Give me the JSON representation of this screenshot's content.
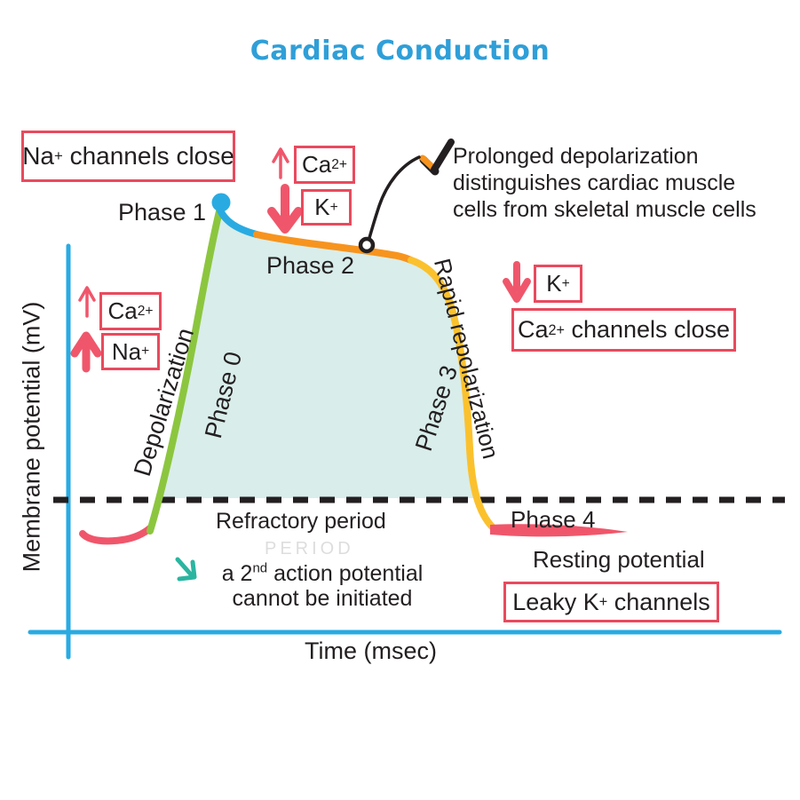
{
  "title": "Cardiac Conduction",
  "colors": {
    "title": "#2F9FD8",
    "axis": "#29ABE2",
    "box_red": "#E94A5E",
    "arrow_red": "#F0566B",
    "green": "#8CC63F",
    "blue": "#29ABE2",
    "orange": "#F7941E",
    "yellow": "#FBC12D",
    "redcurve": "#F0566B",
    "fill": "#D9EDEA",
    "ink": "#231F20",
    "tealarrow": "#2BB5A0"
  },
  "axes": {
    "y_label": "Membrane potential (mV)",
    "x_label": "Time (msec)"
  },
  "phases": {
    "p0": "Phase 0",
    "p1": "Phase 1",
    "p2": "Phase 2",
    "p3": "Phase 3",
    "p4": "Phase 4"
  },
  "labels": {
    "depolarization": "Depolarization",
    "rapid_repolarization": "Rapid repolarization",
    "refractory_period": "Refractory period",
    "ghost_remnant": "PERIOD",
    "resting_potential": "Resting potential",
    "prolonged_note": "Prolonged depolarization\ndistinguishes cardiac muscle\ncells from skeletal muscle cells",
    "second_ap": {
      "pre": "a 2",
      "sup": "nd",
      "post": " action potential"
    },
    "second_ap_line2": "cannot be initiated"
  },
  "callouts": {
    "na_channels_close": {
      "pre": "Na",
      "sup": "+",
      "post": " channels close"
    },
    "ca_up_top": {
      "pre": "Ca",
      "sup": "2+",
      "post": ""
    },
    "k_down_top": {
      "pre": "K",
      "sup": "+",
      "post": ""
    },
    "ca_up_left": {
      "pre": "Ca",
      "sup": "2+",
      "post": ""
    },
    "na_up_left": {
      "pre": "Na",
      "sup": "+",
      "post": ""
    },
    "k_down_right": {
      "pre": "K",
      "sup": "+",
      "post": ""
    },
    "ca_channels_close": {
      "pre": "Ca",
      "sup": "2+",
      "post": " channels close"
    },
    "leaky_k_channels": {
      "pre": "Leaky K",
      "sup": "+",
      "post": " channels"
    }
  }
}
